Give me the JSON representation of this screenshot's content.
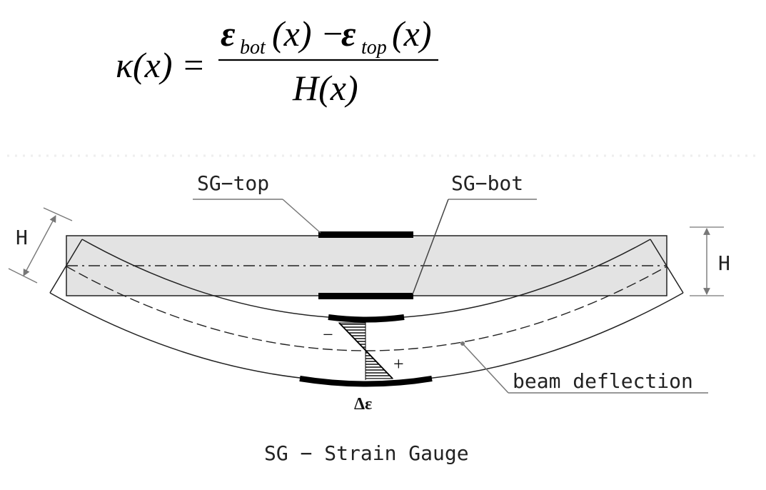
{
  "equation": {
    "lhs": "κ(x) =",
    "numerator_eps_bot": "ε",
    "numerator_bot_sub": "bot",
    "numerator_bot_arg": "(x) −",
    "numerator_eps_top": "ε",
    "numerator_top_sub": "top",
    "numerator_top_arg": "(x)",
    "denominator": "H(x)"
  },
  "diagram": {
    "sg_top_label": "SG−top",
    "sg_bot_label": "SG−bot",
    "height_label_left": "H",
    "height_label_right": "H",
    "minus_sign": "−",
    "plus_sign": "+",
    "delta_eps_label": "Δε",
    "deflection_label": "beam deflection",
    "legend": "SG − Strain Gauge"
  },
  "colors": {
    "beam_fill": "#e3e3e3",
    "line": "#222222",
    "leader": "#777777",
    "gauge": "#000000"
  }
}
